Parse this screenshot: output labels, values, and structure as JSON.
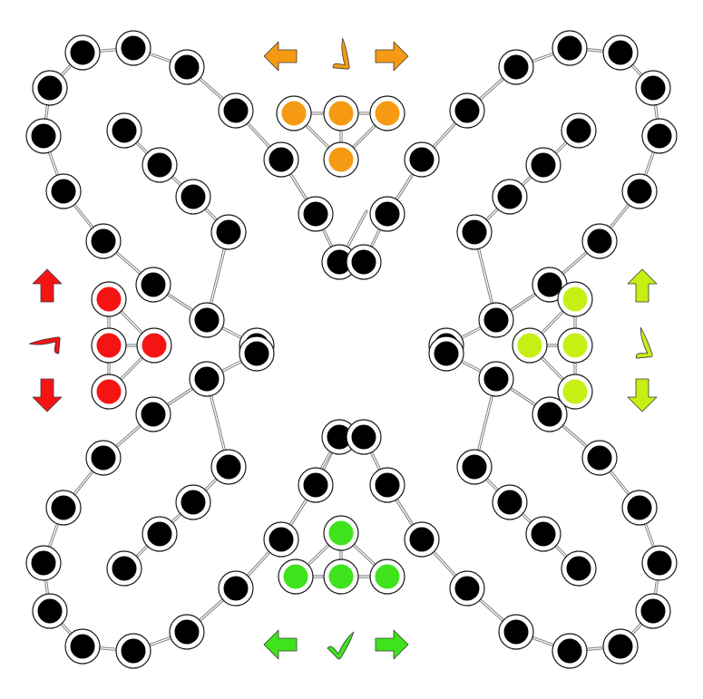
{
  "board": {
    "background_color": "#ffffff",
    "hole_color": "#000000",
    "link_color": "#7a7a7a"
  },
  "players": [
    {
      "id": "top",
      "color": "#f59a12",
      "pegs_at_home": 4,
      "controls": [
        "arrow-left-icon",
        "confirm-check-icon",
        "arrow-right-icon"
      ]
    },
    {
      "id": "left",
      "color": "#f51414",
      "pegs_at_home": 4,
      "controls": [
        "arrow-up-icon",
        "confirm-check-icon",
        "arrow-down-icon"
      ]
    },
    {
      "id": "right",
      "color": "#c6ef14",
      "pegs_at_home": 4,
      "controls": [
        "arrow-up-icon",
        "confirm-check-icon",
        "arrow-down-icon"
      ]
    },
    {
      "id": "bottom",
      "color": "#3ee31c",
      "pegs_at_home": 4,
      "controls": [
        "arrow-left-icon",
        "confirm-check-icon",
        "arrow-right-icon"
      ]
    }
  ]
}
